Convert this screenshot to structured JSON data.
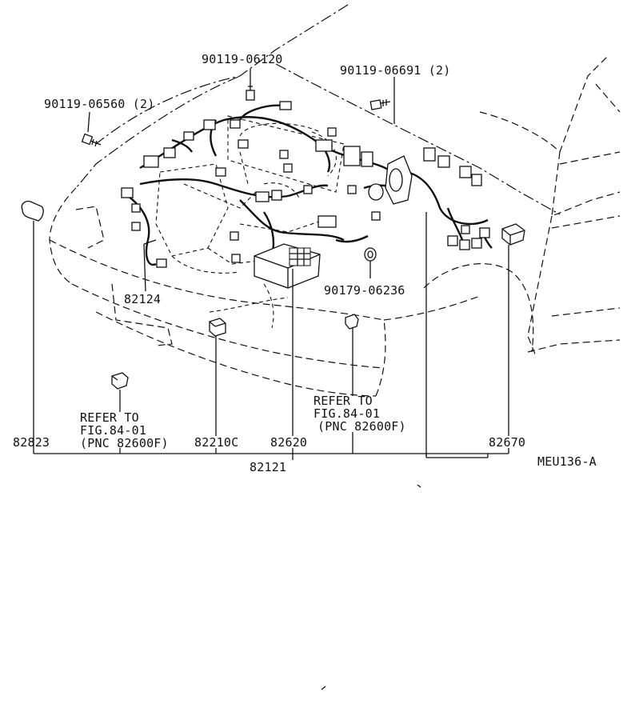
{
  "diagram": {
    "drawing_id": "MEU136-A",
    "labels": {
      "bolt_06120": "90119-06120",
      "bolt_06691": "90119-06691 (2)",
      "bolt_06560": "90119-06560 (2)",
      "grommet_06236": "90179-06236",
      "wire_82124": "82124",
      "refer_left_1": "REFER TO",
      "refer_left_2": "FIG.84-01",
      "refer_left_3": "(PNC 82600F)",
      "refer_right_1": "REFER TO",
      "refer_right_2": "FIG.84-01",
      "refer_right_3": "(PNC 82600F)",
      "part_82823": "82823",
      "part_82210c": "82210C",
      "part_82620": "82620",
      "part_82670": "82670",
      "part_82121": "82121"
    }
  }
}
